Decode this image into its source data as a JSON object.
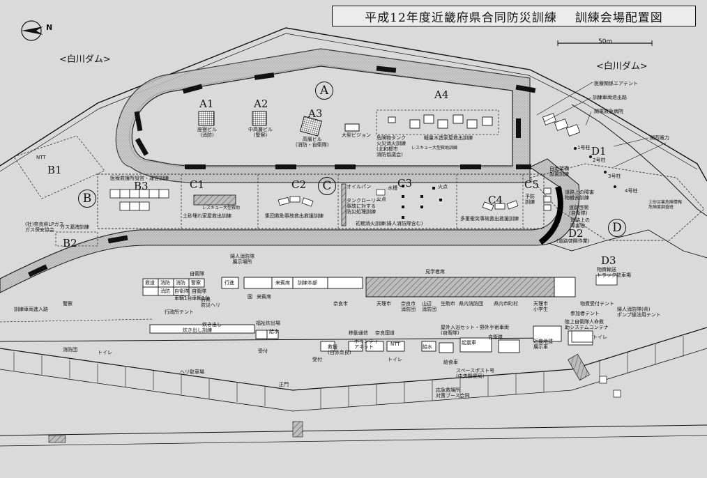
{
  "title": {
    "main": "平成12年度近畿府県合同防災訓練",
    "sub": "訓練会場配置図"
  },
  "compass_label": "N",
  "scale_label": "50m",
  "dam_labels": [
    "<白川ダム>",
    "<白川ダム>"
  ],
  "zones": {
    "A": "A",
    "B": "B",
    "C": "C",
    "D": "D"
  },
  "sub_zones": {
    "A1": "A1",
    "A2": "A2",
    "A3": "A3",
    "A4": "A4",
    "B1": "B1",
    "B2": "B2",
    "B3": "B3",
    "C1": "C1",
    "C2": "C2",
    "C3": "C3",
    "C4": "C4",
    "C5": "C5",
    "D1": "D1",
    "D2": "D2",
    "D3": "D3"
  },
  "zone_a": {
    "a1_caption": "座宿ビル\n(消防)",
    "a2_caption": "中高層ビル\n(警察)",
    "a3_caption": "高層ビル\n(消防・自衛隊)",
    "vision": "大型ビジョン",
    "a4_tank": "危険物タンク\n火災消火訓練\n(北和都市\n消防協議会)",
    "a4_wood": "軽量木造家屋救出訓練",
    "a4_rescue": "レスキュー大型救助訓練"
  },
  "zone_b": {
    "b3_caption": "医療救護所設営・運営訓練",
    "b2_caption": "(社)奈良県LPガス\nガス保安協会",
    "b2_gas": "ガス漏洩訓練",
    "ntt": "NTT"
  },
  "zone_c": {
    "c1_caption": "土砂埋れ家屋救出訓練",
    "c1_rescue": "レスキュー大型救助",
    "c2_caption": "集団救助事故救出救援訓練",
    "c3_oil": "オイルパン",
    "c3_tank": "タンクローリー\n事故に対する\n防災処理訓練",
    "c3_caption": "初期消火訓練(婦人消防隊含む)",
    "c3_water": "水槽",
    "c3_fire1": "火点",
    "c3_fire2": "火点",
    "c4_caption": "多重衝突事故救出救援訓練",
    "c5_caption": "予防訓練"
  },
  "zone_d": {
    "d1_road": "道路上の障害\n物撤去訓練",
    "d1_car": "自走架橋\n設置訓練",
    "d1_restore": "道路啓開\n(自衛隊)",
    "d1_road2": "道路上の\n障害物",
    "d2_caption": "(道路啓開作業)",
    "d3_caption": "物資輸送\nトラック駐車場",
    "medical_tent": "医療関係エアテント",
    "vehicle_area": "訓練車両退出路",
    "emergency_hospital": "関電救急病院",
    "kansai_power": "関西電力",
    "numbers": [
      "1号柱",
      "2号柱",
      "3号柱",
      "4号柱"
    ],
    "d_team": "土砂災害危険情報\n危険度調査班"
  },
  "bottom": {
    "women_fire": "婦人消防隊\n展示場所",
    "self_defense": "自衛隊",
    "police_row": [
      "救道",
      "消防",
      "消防",
      "警察"
    ],
    "defense_row": [
      "消防",
      "自衛隊",
      "自衛隊"
    ],
    "guard": "警察",
    "car1": "車輌1台",
    "car2": "車輌1台",
    "helicopter": "府県\n防災ヘリ",
    "procession": "行進",
    "cooperation_tent": "行政所テント",
    "guest": "来賓席",
    "national": "国",
    "guest2": "来賓席",
    "hq": "訓練本部",
    "nara": "奈良市",
    "spectators": "見学者席",
    "tenri": "天理市",
    "nara_city": "奈良市\n消防団",
    "yamazoe": "山辺\n消防団",
    "ikoma": "生駒市",
    "prefecture": "県内消防団",
    "prefecture2": "県内市町村",
    "tenri2": "天理市\n小学生",
    "supply_tent": "物資受付テント",
    "participant_tent": "参加者テント",
    "women_pump": "婦人消防隊(県)\nポンプ操法用テント",
    "road_self": "陸上自衛隊人命救\n助システムコンテナ",
    "relief": "炊き出し訓練",
    "welfare": "福祉炊出場",
    "water_supply": "給水",
    "soup": "炊き出し",
    "reception": "受付",
    "move": "移動通信",
    "nara_road": "奈良国道",
    "volunteer": "ボランティ\nアネット",
    "ntt2": "NTT",
    "rescue_food": "救援\n(日赤奈良)",
    "water2": "給水",
    "vehicle": "起震車",
    "self_defense2": "自衛隊",
    "kinki": "近畿地建\n展示車",
    "space": "スペースポスト号\n(中央郵便局)",
    "food_car": "給食車",
    "medical_set": "屋外入浴セット・野外手術車両\n(自衛隊)",
    "emergency_medical": "応急救護所\n対策ブース合同",
    "training_road": "訓練車両進入路",
    "line_up": "消防団",
    "guard_area": "警察",
    "toilet": "トイレ",
    "toilet2": "トイレ",
    "toilet3": "トイレ",
    "gate": "正門",
    "heli_parking": "ヘリ駐車場",
    "reception2": "受付"
  }
}
